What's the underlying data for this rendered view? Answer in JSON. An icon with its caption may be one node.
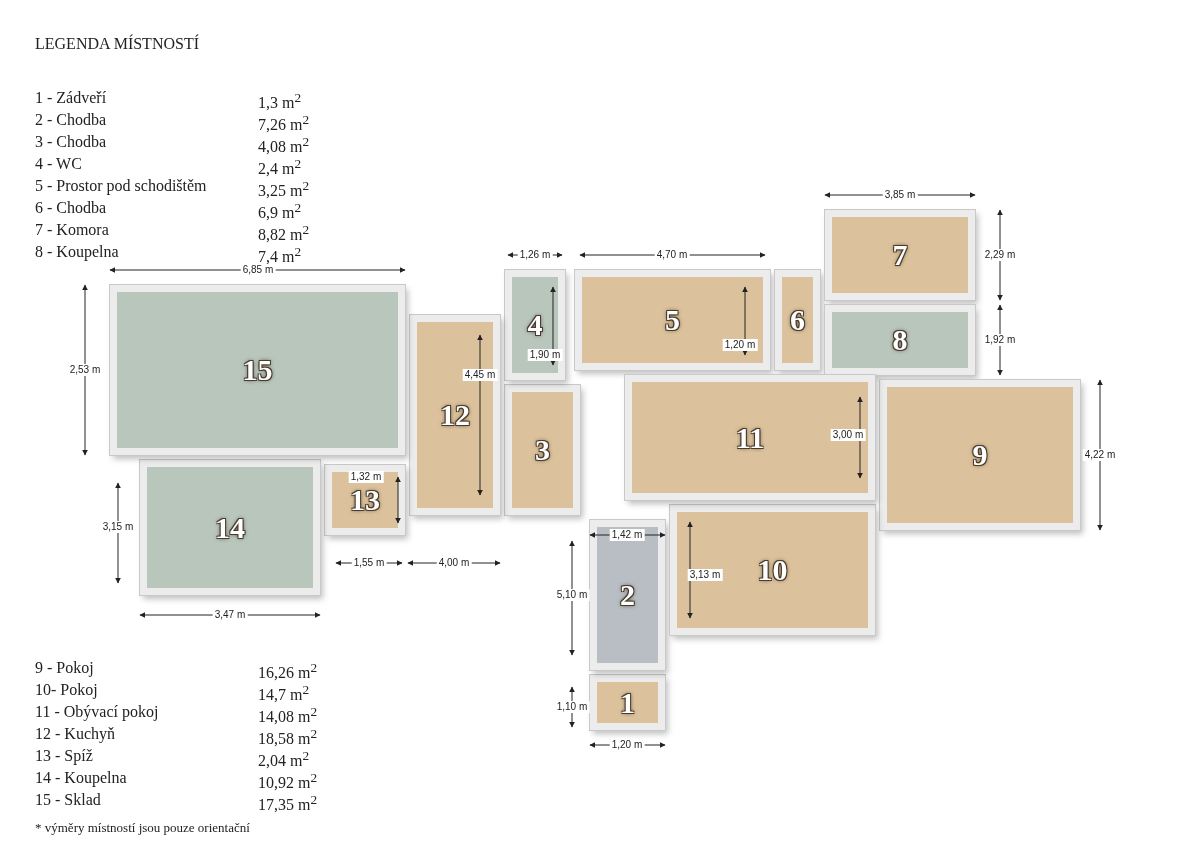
{
  "diagram": {
    "title": "LEGENDA MÍSTNOSTÍ",
    "caption": "* výměry místností jsou pouze orientační",
    "nodes": [
      {
        "text": [
          "1"
        ]
      },
      {
        "text": [
          "2"
        ]
      },
      {
        "text": [
          "3"
        ]
      },
      {
        "text": [
          "4"
        ]
      },
      {
        "text": [
          "5"
        ]
      },
      {
        "text": [
          "6"
        ]
      },
      {
        "text": [
          "7"
        ]
      },
      {
        "text": [
          "8"
        ]
      },
      {
        "text": [
          "9"
        ]
      },
      {
        "text": [
          "10"
        ]
      },
      {
        "text": [
          "11"
        ]
      },
      {
        "text": [
          "12"
        ]
      },
      {
        "text": [
          "13"
        ]
      },
      {
        "text": [
          "14"
        ]
      },
      {
        "text": [
          "15"
        ]
      }
    ],
    "labels": [
      "1 - Zádveří",
      "1,3 m$^{2}$",
      "2 - Chodba",
      "7,26 m$^{2}$",
      "3 - Chodba",
      "4,08 m$^{2}$",
      "4 - WC",
      "2,4 m$^{2}$",
      "5 - Prostor pod schodištěm",
      "3,25 m$^{2}$",
      "6 - Chodba",
      "6,9 m$^{2}$",
      "7 - Komora",
      "8,82 m$^{2}$",
      "8 - Koupelna",
      "7,4 m$^{2}$",
      "6,85 m",
      "1,26 m",
      "4,70 m",
      "3,85 m",
      "2,29 m",
      "1,92 m",
      "1,90 m",
      "1,20 m",
      "4,45 m",
      "2,53 m",
      "3,00 m",
      "4,22 m",
      "1,32 m",
      "1,42 m",
      "3,15 m",
      "3,13 m",
      "1,55 m",
      "4,00 m",
      "5,10 m",
      "3,47 m",
      "1,20 m",
      "1,10 m",
      "9 - Pokoj",
      "16,26 m$^{2}$",
      "10- Pokoj",
      "14,7 m$^{2}$",
      "11 - Obývací pokoj",
      "14,08 m$^{2}$",
      "12 - Kuchyň",
      "18,58 m$^{2}$",
      "13 - Spíž",
      "2,04 m$^{2}$",
      "14 - Koupelna",
      "10,92 m$^{2}$",
      "15 - Sklad",
      "17,35 m$^{2}$"
    ]
  }
}
